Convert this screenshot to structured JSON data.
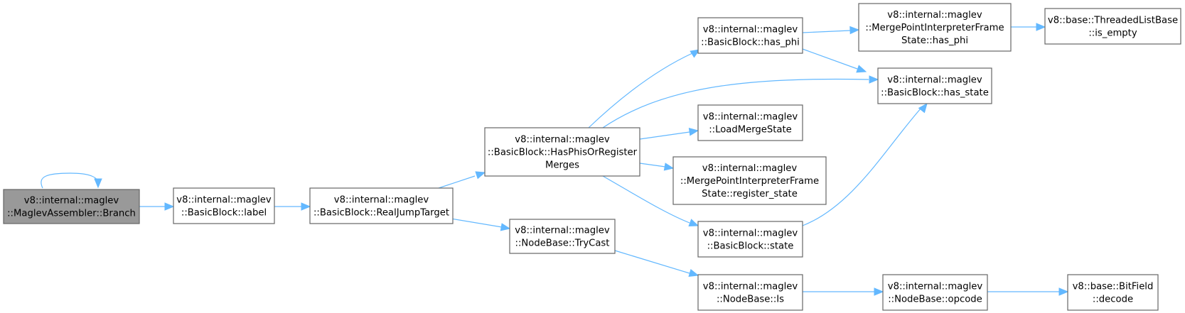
{
  "graph": {
    "colors": {
      "edge": "#63b8ff",
      "node_border": "#666666",
      "root_fill": "#999999",
      "node_fill": "#ffffff"
    },
    "nodes": [
      {
        "id": "branch",
        "lines": [
          "v8::internal::maglev",
          "::MaglevAssembler::Branch"
        ],
        "root": true
      },
      {
        "id": "label",
        "lines": [
          "v8::internal::maglev",
          "::BasicBlock::label"
        ]
      },
      {
        "id": "realjump",
        "lines": [
          "v8::internal::maglev",
          "::BasicBlock::RealJumpTarget"
        ]
      },
      {
        "id": "hasphis",
        "lines": [
          "v8::internal::maglev",
          "::BasicBlock::HasPhisOrRegister",
          "Merges"
        ]
      },
      {
        "id": "trycast",
        "lines": [
          "v8::internal::maglev",
          "::NodeBase::TryCast"
        ]
      },
      {
        "id": "hasphi",
        "lines": [
          "v8::internal::maglev",
          "::BasicBlock::has_phi"
        ]
      },
      {
        "id": "loadmerge",
        "lines": [
          "v8::internal::maglev",
          "::LoadMergeState"
        ]
      },
      {
        "id": "regstate",
        "lines": [
          "v8::internal::maglev",
          "::MergePointInterpreterFrame",
          "State::register_state"
        ]
      },
      {
        "id": "state",
        "lines": [
          "v8::internal::maglev",
          "::BasicBlock::state"
        ]
      },
      {
        "id": "is",
        "lines": [
          "v8::internal::maglev",
          "::NodeBase::Is"
        ]
      },
      {
        "id": "mphasphi",
        "lines": [
          "v8::internal::maglev",
          "::MergePointInterpreterFrame",
          "State::has_phi"
        ]
      },
      {
        "id": "hasstate",
        "lines": [
          "v8::internal::maglev",
          "::BasicBlock::has_state"
        ]
      },
      {
        "id": "opcode",
        "lines": [
          "v8::internal::maglev",
          "::NodeBase::opcode"
        ]
      },
      {
        "id": "isempty",
        "lines": [
          "v8::base::ThreadedListBase",
          "::is_empty"
        ]
      },
      {
        "id": "decode",
        "lines": [
          "v8::base::BitField",
          "::decode"
        ]
      }
    ],
    "edges": [
      {
        "from": "branch",
        "to": "branch"
      },
      {
        "from": "branch",
        "to": "label"
      },
      {
        "from": "label",
        "to": "realjump"
      },
      {
        "from": "realjump",
        "to": "hasphis"
      },
      {
        "from": "realjump",
        "to": "trycast"
      },
      {
        "from": "hasphis",
        "to": "hasphi"
      },
      {
        "from": "hasphis",
        "to": "hasstate"
      },
      {
        "from": "hasphis",
        "to": "loadmerge"
      },
      {
        "from": "hasphis",
        "to": "regstate"
      },
      {
        "from": "hasphis",
        "to": "state"
      },
      {
        "from": "hasphi",
        "to": "mphasphi"
      },
      {
        "from": "hasphi",
        "to": "hasstate"
      },
      {
        "from": "mphasphi",
        "to": "isempty"
      },
      {
        "from": "state",
        "to": "hasstate"
      },
      {
        "from": "trycast",
        "to": "is"
      },
      {
        "from": "is",
        "to": "opcode"
      },
      {
        "from": "opcode",
        "to": "decode"
      }
    ]
  }
}
